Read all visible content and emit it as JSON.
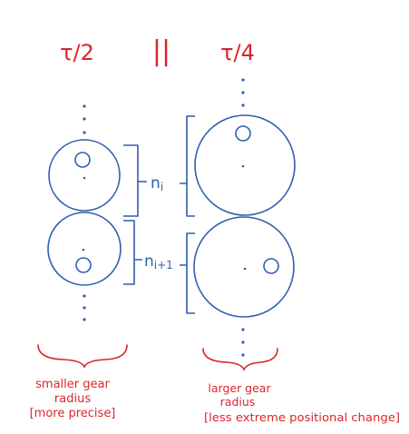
{
  "colors": {
    "ink_blue": "#2f5fae",
    "ink_red": "#d9262b",
    "background": "#ffffff"
  },
  "headings": {
    "left_fraction": "τ/2",
    "separator": "||",
    "right_fraction": "τ/4"
  },
  "gear_labels": {
    "upper": "n",
    "upper_sub": "i",
    "lower": "n",
    "lower_sub": "i+1"
  },
  "notes": {
    "left": [
      "smaller gear",
      "radius",
      "[more precise]"
    ],
    "right": [
      "larger gear",
      "radius",
      "[less extreme positional change]"
    ]
  }
}
